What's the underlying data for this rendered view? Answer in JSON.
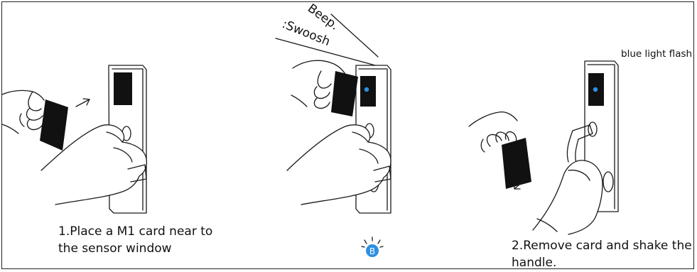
{
  "steps": [
    {
      "caption_line1": "1.Place a M1 card near to",
      "caption_line2": "the sensor window"
    },
    {
      "caption_line1": "2.Remove card and shake the",
      "caption_line2": "handle."
    }
  ],
  "sound_effect": {
    "beep": "Beep.",
    "swoosh": ":Swoosh"
  },
  "indicator": {
    "label": "blue light flash",
    "badge_letter": "B",
    "color": "#2f8fe0"
  }
}
